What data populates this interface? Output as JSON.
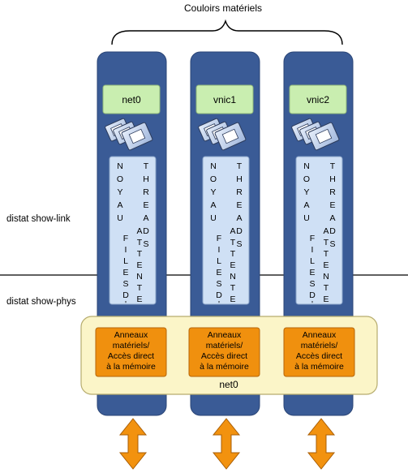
{
  "header": {
    "title": "Couloirs matériels"
  },
  "labels": {
    "show_link": "distat show-link",
    "show_phys": "distat show-phys"
  },
  "lanes": [
    {
      "nic": "net0",
      "hw": [
        "Anneaux",
        "matériels/",
        "Accès direct",
        "à la mémoire"
      ]
    },
    {
      "nic": "vnic1",
      "hw": [
        "Anneaux",
        "matériels/",
        "Accès direct",
        "à la mémoire"
      ]
    },
    {
      "nic": "vnic2",
      "hw": [
        "Anneaux",
        "matériels/",
        "Accès direct",
        "à la mémoire"
      ]
    }
  ],
  "vertical_text": {
    "col1": [
      "N",
      "O",
      "Y",
      "A",
      "U"
    ],
    "col2": [
      "T",
      "H",
      "R",
      "E",
      "A",
      "D",
      "S"
    ],
    "col3": [
      "F",
      "I",
      "L",
      "E",
      "S",
      "D",
      "'"
    ],
    "col4": [
      "A",
      "T",
      "T",
      "E",
      "N",
      "T",
      "E"
    ]
  },
  "physical_bar": {
    "label": "net0"
  },
  "colors": {
    "lane": "#3a5b96",
    "lane_border": "#2b4677",
    "nic_box": "#c9eeb0",
    "kernel_box": "#cfe0f5",
    "hw_box": "#f0900e",
    "phys_bar": "#fbf5c8",
    "arrow": "#f2920f"
  }
}
